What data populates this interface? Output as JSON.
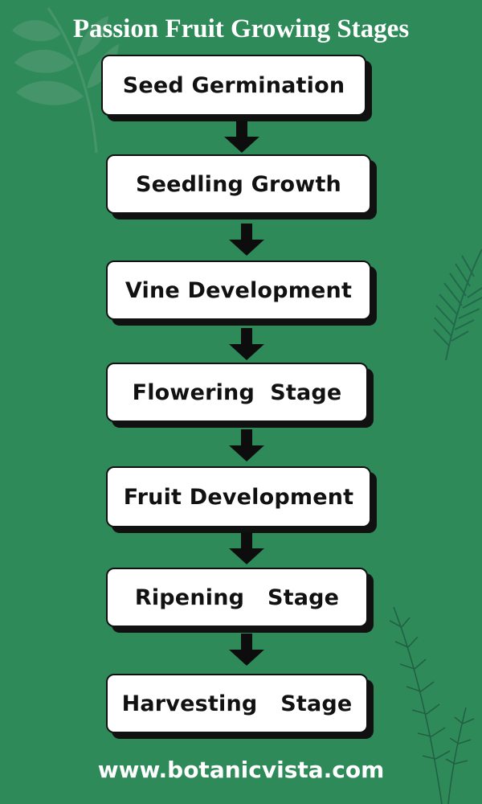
{
  "title": "Passion Fruit Growing Stages",
  "stages": [
    "Seed Germination",
    "Seedling Growth",
    "Vine Development",
    "Flowering  Stage",
    "Fruit Development",
    "Ripening   Stage",
    "Harvesting   Stage"
  ],
  "website": "www.botanicvista.com",
  "colors": {
    "background": "#2f8a5a",
    "box": "#ffffff",
    "border_shadow": "#111111",
    "text_light": "#ffffff"
  }
}
